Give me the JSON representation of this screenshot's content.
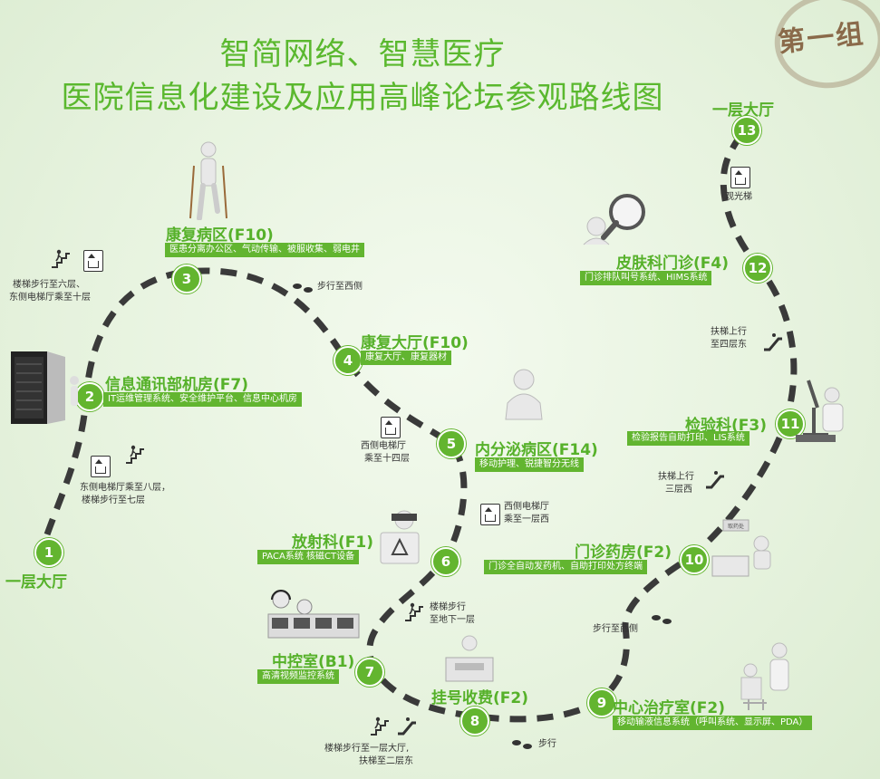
{
  "titles": {
    "line1": "智简网络、智慧医疗",
    "line2": "医院信息化建设及应用高峰论坛参观路线图"
  },
  "stamp": "第一组",
  "start_label": "一层大厅",
  "end_label": "一层大厅",
  "stations": [
    {
      "num": "1"
    },
    {
      "num": "2",
      "name": "信息通讯部机房(F7)",
      "tag": "IT运维管理系统、安全维护平台、信息中心机房"
    },
    {
      "num": "3",
      "name": "康复病区(F10)",
      "tag": "医患分离办公区、气动传输、被服收集、弱电井"
    },
    {
      "num": "4",
      "name": "康复大厅(F10)",
      "tag": "康复大厅、康复器材"
    },
    {
      "num": "5",
      "name": "内分泌病区(F14)",
      "tag": "移动护理、锐捷智分无线"
    },
    {
      "num": "6",
      "name": "放射科(F1)",
      "tag": "PACA系统 核磁CT设备"
    },
    {
      "num": "7",
      "name": "中控室(B1)",
      "tag": "高清视频监控系统"
    },
    {
      "num": "8",
      "name": "挂号收费(F2)"
    },
    {
      "num": "9",
      "name": "中心治疗室(F2)",
      "tag": "移动输液信息系统（呼叫系统、显示屏、PDA）"
    },
    {
      "num": "10",
      "name": "门诊药房(F2)",
      "tag": "门诊全自动发药机、自助打印处方终端"
    },
    {
      "num": "11",
      "name": "检验科(F3)",
      "tag": "检验报告自助打印、LIS系统"
    },
    {
      "num": "12",
      "name": "皮肤科门诊(F4)",
      "tag": "门诊排队叫号系统、HIMS系统"
    },
    {
      "num": "13"
    }
  ],
  "instructions": {
    "i1_2": [
      "东侧电梯厅乘至八层，",
      "楼梯步行至七层"
    ],
    "i2_3": [
      "楼梯步行至六层、",
      "东侧电梯厅乘至十层"
    ],
    "i3_4": "步行至西侧",
    "i4_5": [
      "西侧电梯厅",
      "乘至十四层"
    ],
    "i5_6": [
      "西侧电梯厅",
      "乘至一层西"
    ],
    "i6_7": [
      "楼梯步行",
      "至地下一层"
    ],
    "i7_8": [
      "楼梯步行至一层大厅,",
      "扶梯至二层东"
    ],
    "i8_9": "步行",
    "i9_10": "步行至西侧",
    "i10_11": [
      "扶梯上行",
      "三层西"
    ],
    "i11_12": [
      "扶梯上行",
      "至四层东"
    ],
    "i12_13": "观光梯",
    "pharmacy_sign": "取药处"
  }
}
